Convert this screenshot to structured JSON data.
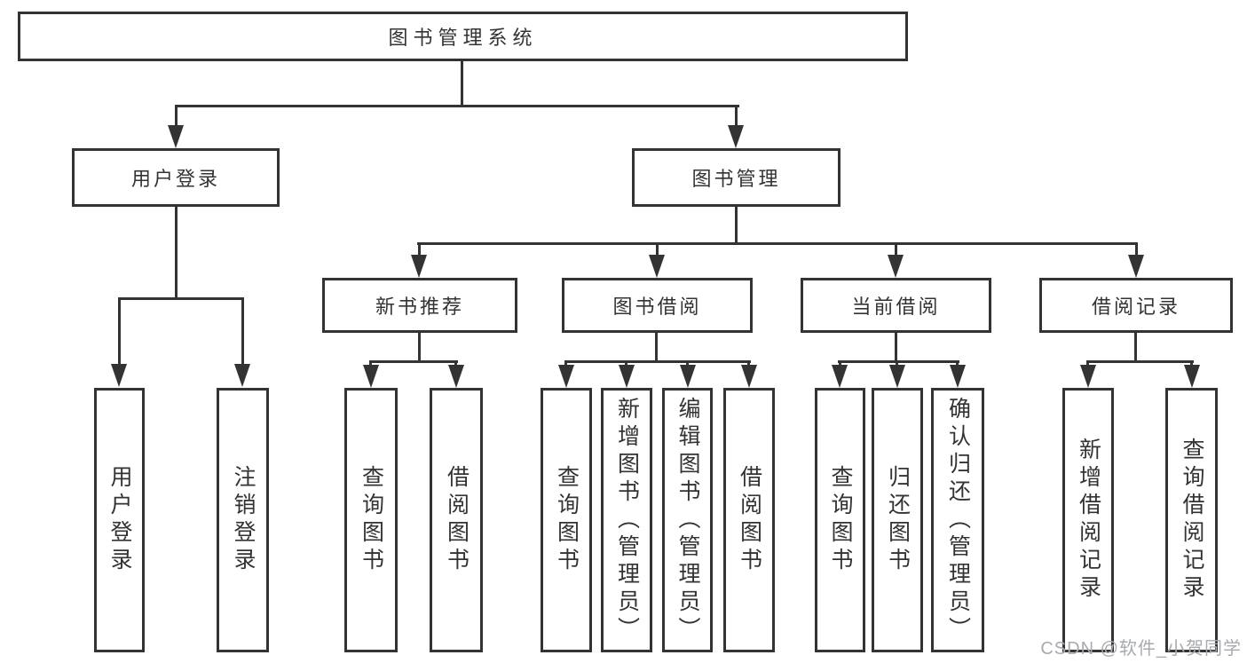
{
  "nodes": {
    "root": {
      "label": "图书管理系统"
    },
    "user_login": {
      "label": "用户登录",
      "children": [
        {
          "label": "用户登录"
        },
        {
          "label": "注销登录"
        }
      ]
    },
    "book_mgmt": {
      "label": "图书管理"
    },
    "new_books": {
      "label": "新书推荐",
      "children": [
        {
          "label": "查询图书"
        },
        {
          "label": "借阅图书"
        }
      ]
    },
    "book_borrow": {
      "label": "图书借阅",
      "children": [
        {
          "label": "查询图书"
        },
        {
          "label": "新增图书（管理员）"
        },
        {
          "label": "编辑图书（管理员）"
        },
        {
          "label": "借阅图书"
        }
      ]
    },
    "current_borrow": {
      "label": "当前借阅",
      "children": [
        {
          "label": "查询图书"
        },
        {
          "label": "归还图书"
        },
        {
          "label": "确认归还（管理员）"
        }
      ]
    },
    "borrow_records": {
      "label": "借阅记录",
      "children": [
        {
          "label": "新增借阅记录"
        },
        {
          "label": "查询借阅记录"
        }
      ]
    }
  },
  "watermark": "CSDN @软件_小贺同学",
  "colors": {
    "line": "#333333",
    "text": "#333333",
    "watermark": "#a7aaae",
    "background": "#ffffff"
  }
}
